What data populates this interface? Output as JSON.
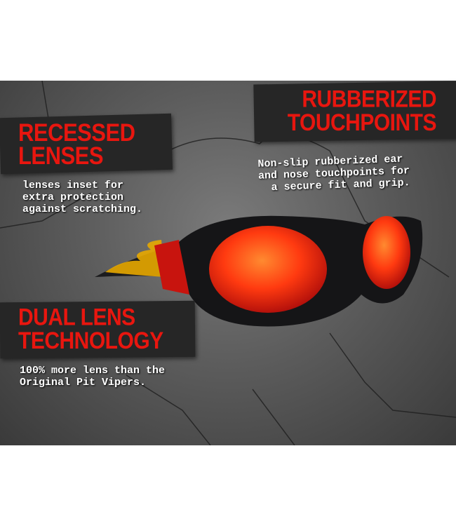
{
  "features": [
    {
      "title_line1": "RECESSED",
      "title_line2": "LENSES",
      "description": "lenses inset for\nextra protection\nagainst scratching."
    },
    {
      "title_line1": "RUBBERIZED",
      "title_line2": "TOUCHPOINTS",
      "description": "Non-slip rubberized ear\nand nose touchpoints for\n  a secure fit and grip."
    },
    {
      "title_line1": "DUAL LENS",
      "title_line2": "TECHNOLOGY",
      "description": "100% more lens than the\nOriginal Pit Vipers."
    }
  ],
  "colors": {
    "accent": "#e8160f",
    "banner": "#262626",
    "lens": "#ff3a10"
  }
}
